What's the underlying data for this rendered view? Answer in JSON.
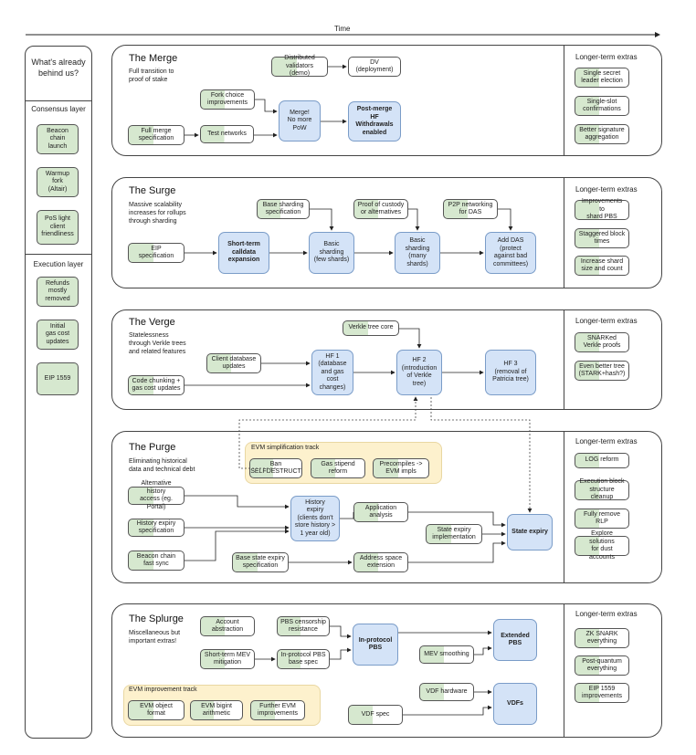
{
  "timeline": {
    "label": "Time"
  },
  "left": {
    "title": "What's already behind us?",
    "consensus_label": "Consensus layer",
    "consensus_items": [
      "Beacon\nchain\nlaunch",
      "Warmup fork\n(Altair)",
      "PoS light\nclient\nfriendliness"
    ],
    "execution_label": "Execution layer",
    "execution_items": [
      "Refunds\nmostly\nremoved",
      "Initial\ngas cost\nupdates",
      "EIP 1559"
    ]
  },
  "extras_title": "Longer-term extras",
  "merge": {
    "title": "The Merge",
    "desc": "Full transition to\nproof of stake",
    "nodes": {
      "dv_demo": "Distributed\nvalidators (demo)",
      "dv_deploy": "DV\n(deployment)",
      "fork_choice": "Fork choice\nimprovements",
      "full_merge": "Full merge\nspecification",
      "test_networks": "Test networks",
      "merge": "Merge!\nNo more\nPoW",
      "post_merge": "Post-merge\nHF\nWithdrawals\nenabled"
    },
    "extras": [
      "Single secret\nleader election",
      "Single-slot\nconfirmations",
      "Better signature\naggregation"
    ]
  },
  "surge": {
    "title": "The Surge",
    "desc": "Massive scalability\nincreases for rollups\nthrough sharding",
    "nodes": {
      "base_sharding": "Base sharding\nspecification",
      "proof_custody": "Proof of custody\nor alternatives",
      "p2p": "P2P networking\nfor DAS",
      "eip_spec": "EIP\nspecification",
      "calldata": "Short-term\ncalldata\nexpansion",
      "basic_few": "Basic\nsharding\n(few shards)",
      "basic_many": "Basic\nsharding\n(many\nshards)",
      "das": "Add DAS\n(protect\nagainst bad\ncommittees)"
    },
    "extras": [
      "Improvements to\nshard PBS",
      "Staggered block\ntimes",
      "Increase shard\nsize and count"
    ]
  },
  "verge": {
    "title": "The Verge",
    "desc": "Statelessness\nthrough Verkle trees\nand related features",
    "nodes": {
      "verkle_core": "Verkle tree core",
      "client_db": "Client database\nupdates",
      "code_chunking": "Code chunking +\ngas cost updates",
      "hf1": "HF 1\n(database\nand gas cost\nchanges)",
      "hf2": "HF 2\n(introduction\nof Verkle\ntree)",
      "hf3": "HF 3\n(removal of\nPatricia tree)"
    },
    "extras": [
      "SNARKed\nVerkle proofs",
      "Even better tree\n(STARK+hash?)"
    ]
  },
  "purge": {
    "title": "The Purge",
    "desc": "Eliminating historical\ndata and technical debt",
    "track_label": "EVM simplification track",
    "track_items": [
      "Ban\nSELFDESTRUCT",
      "Gas stipend\nreform",
      "Precompiles ->\nEVM impls"
    ],
    "nodes": {
      "alt_history": "Alternative history\naccess (eg. Portal)",
      "history_spec": "History expiry\nspecification",
      "beacon_sync": "Beacon chain\nfast sync",
      "history_expiry": "History\nexpiry\n(clients don't\nstore history >\n1 year old)",
      "app_analysis": "Application\nanalysis",
      "state_impl": "State expiry\nimplementation",
      "base_state": "Base state expiry\nspecification",
      "address_space": "Address space\nextension",
      "state_expiry": "State expiry"
    },
    "extras": [
      "LOG reform",
      "Execution block\nstructure cleanup",
      "Fully remove\nRLP",
      "Explore solutions\nfor dust accounts"
    ]
  },
  "splurge": {
    "title": "The Splurge",
    "desc": "Miscellaneous but\nimportant extras!",
    "track_label": "EVM improvement track",
    "track_items": [
      "EVM object\nformat",
      "EVM bigint\narithmetic",
      "Further EVM\nimprovements"
    ],
    "nodes": {
      "account_abstraction": "Account\nabstraction",
      "pbs_censorship": "PBS censorship\nresistance",
      "short_mev": "Short-term MEV\nmitigation",
      "inprotocol_spec": "In-protocol PBS\nbase spec",
      "inprotocol_pbs": "In-protocol\nPBS",
      "mev_smoothing": "MEV smoothing",
      "extended_pbs": "Extended\nPBS",
      "vdf_hw": "VDF hardware",
      "vdf_spec": "VDF spec",
      "vdfs": "VDFs"
    },
    "extras": [
      "ZK SNARK\neverything",
      "Post-quantum\neverything",
      "EIP 1559\nimprovements"
    ]
  }
}
